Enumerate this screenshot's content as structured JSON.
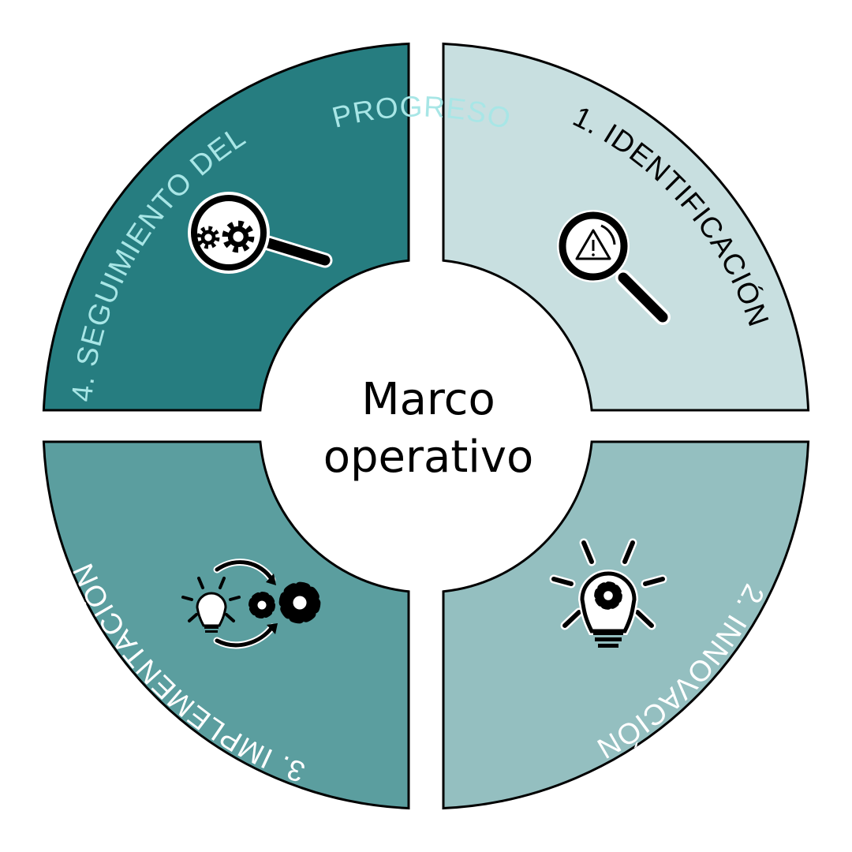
{
  "center": {
    "line1": "Marco",
    "line2": "operativo"
  },
  "quadrants": [
    {
      "step": "1. IDENTIFICACIÓN",
      "icon": "magnifier-warning-icon",
      "fill": "#c8dfe0",
      "text_color": "#000000"
    },
    {
      "step": "2. INNOVACIÓN",
      "icon": "lightbulb-gear-icon",
      "fill": "#94bfc0",
      "text_color": "#ffffff"
    },
    {
      "step": "3. IMPLEMENTACIÓN",
      "icon": "idea-to-gears-icon",
      "fill": "#5b9e9f",
      "text_color": "#ffffff"
    },
    {
      "step_line1": "4. SEGUIMIENTO DEL",
      "step_line2": "PROGRESO",
      "icon": "magnifier-gears-icon",
      "fill": "#267d80",
      "text_color": "#a8e6e6"
    }
  ]
}
